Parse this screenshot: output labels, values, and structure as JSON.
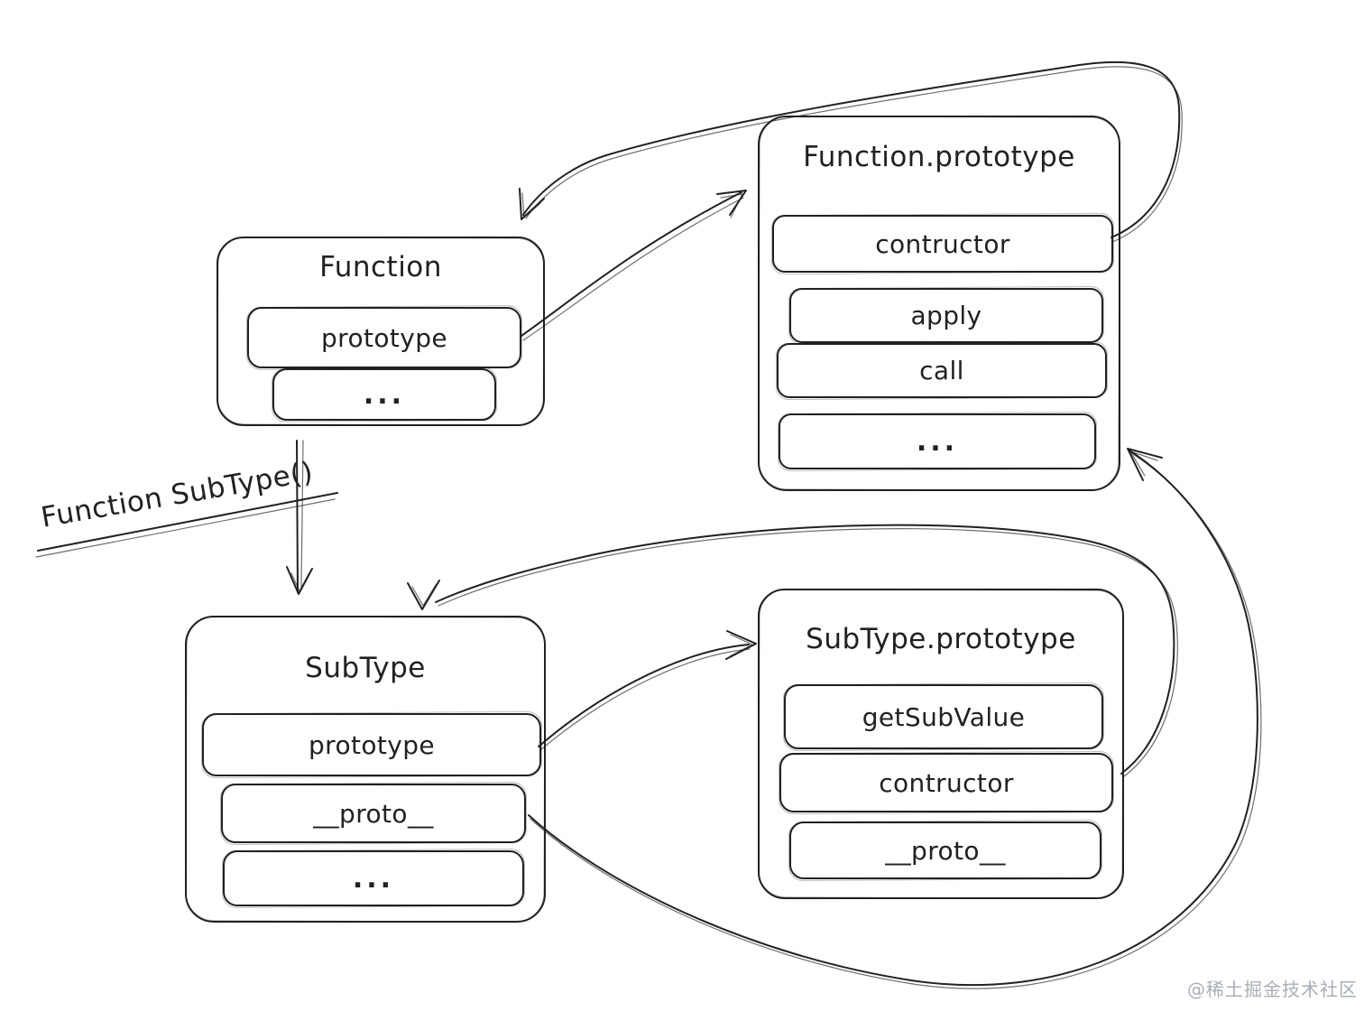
{
  "canvas": {
    "background": "#ffffff",
    "ink": "#212121",
    "watermark_color": "#a9aeb6"
  },
  "boxes": {
    "function": {
      "title": "Function",
      "fields": [
        {
          "label": "prototype"
        },
        {
          "label": "..."
        }
      ]
    },
    "function_prototype": {
      "title": "Function.prototype",
      "fields": [
        {
          "label": "contructor"
        },
        {
          "label": "apply"
        },
        {
          "label": "call"
        },
        {
          "label": "..."
        }
      ]
    },
    "subtype": {
      "title": "SubType",
      "fields": [
        {
          "label": "prototype"
        },
        {
          "label": "__proto__"
        },
        {
          "label": "..."
        }
      ]
    },
    "subtype_prototype": {
      "title": "SubType.prototype",
      "fields": [
        {
          "label": "getSubValue"
        },
        {
          "label": "contructor"
        },
        {
          "label": "__proto__"
        }
      ]
    }
  },
  "annotations": {
    "call_label": "Function SubType()",
    "watermark": "@稀土掘金技术社区"
  },
  "edges": [
    {
      "from": "Function.prototype (field)",
      "to": "Function.prototype (box)"
    },
    {
      "from": "Function.prototype.contructor",
      "to": "Function (box)"
    },
    {
      "from": "Function (box)",
      "to": "SubType (box)",
      "label": "Function SubType()"
    },
    {
      "from": "SubType.prototype (field)",
      "to": "SubType.prototype (box)"
    },
    {
      "from": "SubType.prototype.contructor",
      "to": "SubType (box)"
    },
    {
      "from": "SubType.__proto__",
      "to": "Function.prototype (box)"
    }
  ]
}
